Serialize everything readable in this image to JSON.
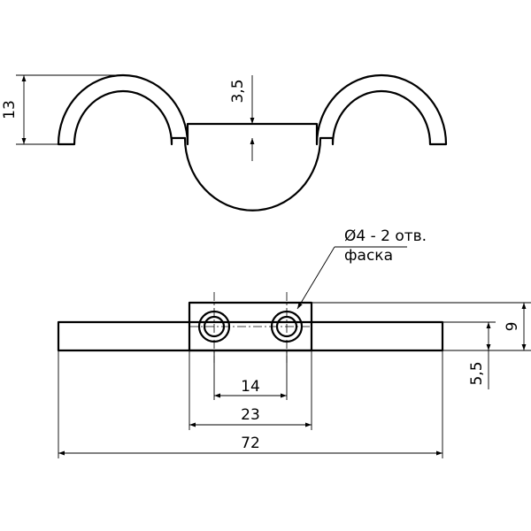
{
  "drawing": {
    "top_view": {
      "dim_height": "13",
      "dim_thickness": "3,5"
    },
    "front_view": {
      "hole_note_line1": "Ø4 - 2 отв.",
      "hole_note_line2": "фаска",
      "dim_hole_spacing": "14",
      "dim_block_width": "23",
      "dim_overall_length": "72",
      "dim_block_height": "9",
      "dim_strip_height": "5,5"
    }
  },
  "colors": {
    "line": "#000000",
    "background": "#ffffff"
  }
}
